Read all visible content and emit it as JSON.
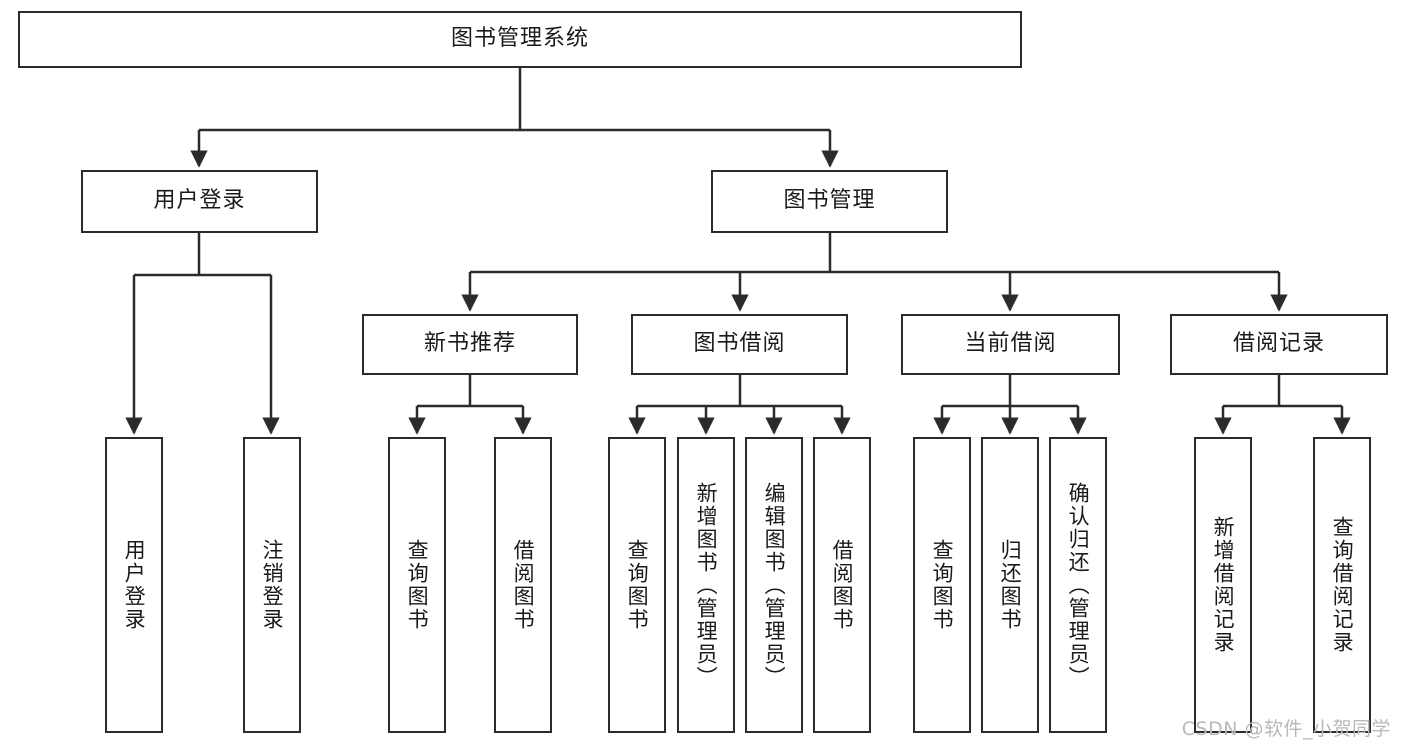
{
  "diagram": {
    "title_node": {
      "label": "图书管理系统"
    },
    "level2": [
      {
        "label": "用户登录"
      },
      {
        "label": "图书管理"
      }
    ],
    "level3": [
      {
        "label": "新书推荐"
      },
      {
        "label": "图书借阅"
      },
      {
        "label": "当前借阅"
      },
      {
        "label": "借阅记录"
      }
    ],
    "leaves": [
      {
        "label": "用户登录"
      },
      {
        "label": "注销登录"
      },
      {
        "label": "查询图书"
      },
      {
        "label": "借阅图书"
      },
      {
        "label": "查询图书"
      },
      {
        "label": "新增图书（管理员）"
      },
      {
        "label": "编辑图书（管理员）"
      },
      {
        "label": "借阅图书"
      },
      {
        "label": "查询图书"
      },
      {
        "label": "归还图书"
      },
      {
        "label": "确认归还（管理员）"
      },
      {
        "label": "新增借阅记录"
      },
      {
        "label": "查询借阅记录"
      }
    ]
  },
  "watermark": {
    "text": "CSDN @软件_小贺同学"
  },
  "colors": {
    "stroke": "#2b2b2b",
    "background": "#ffffff",
    "text": "#1a1a1a",
    "watermark": "#b9b9b9"
  }
}
